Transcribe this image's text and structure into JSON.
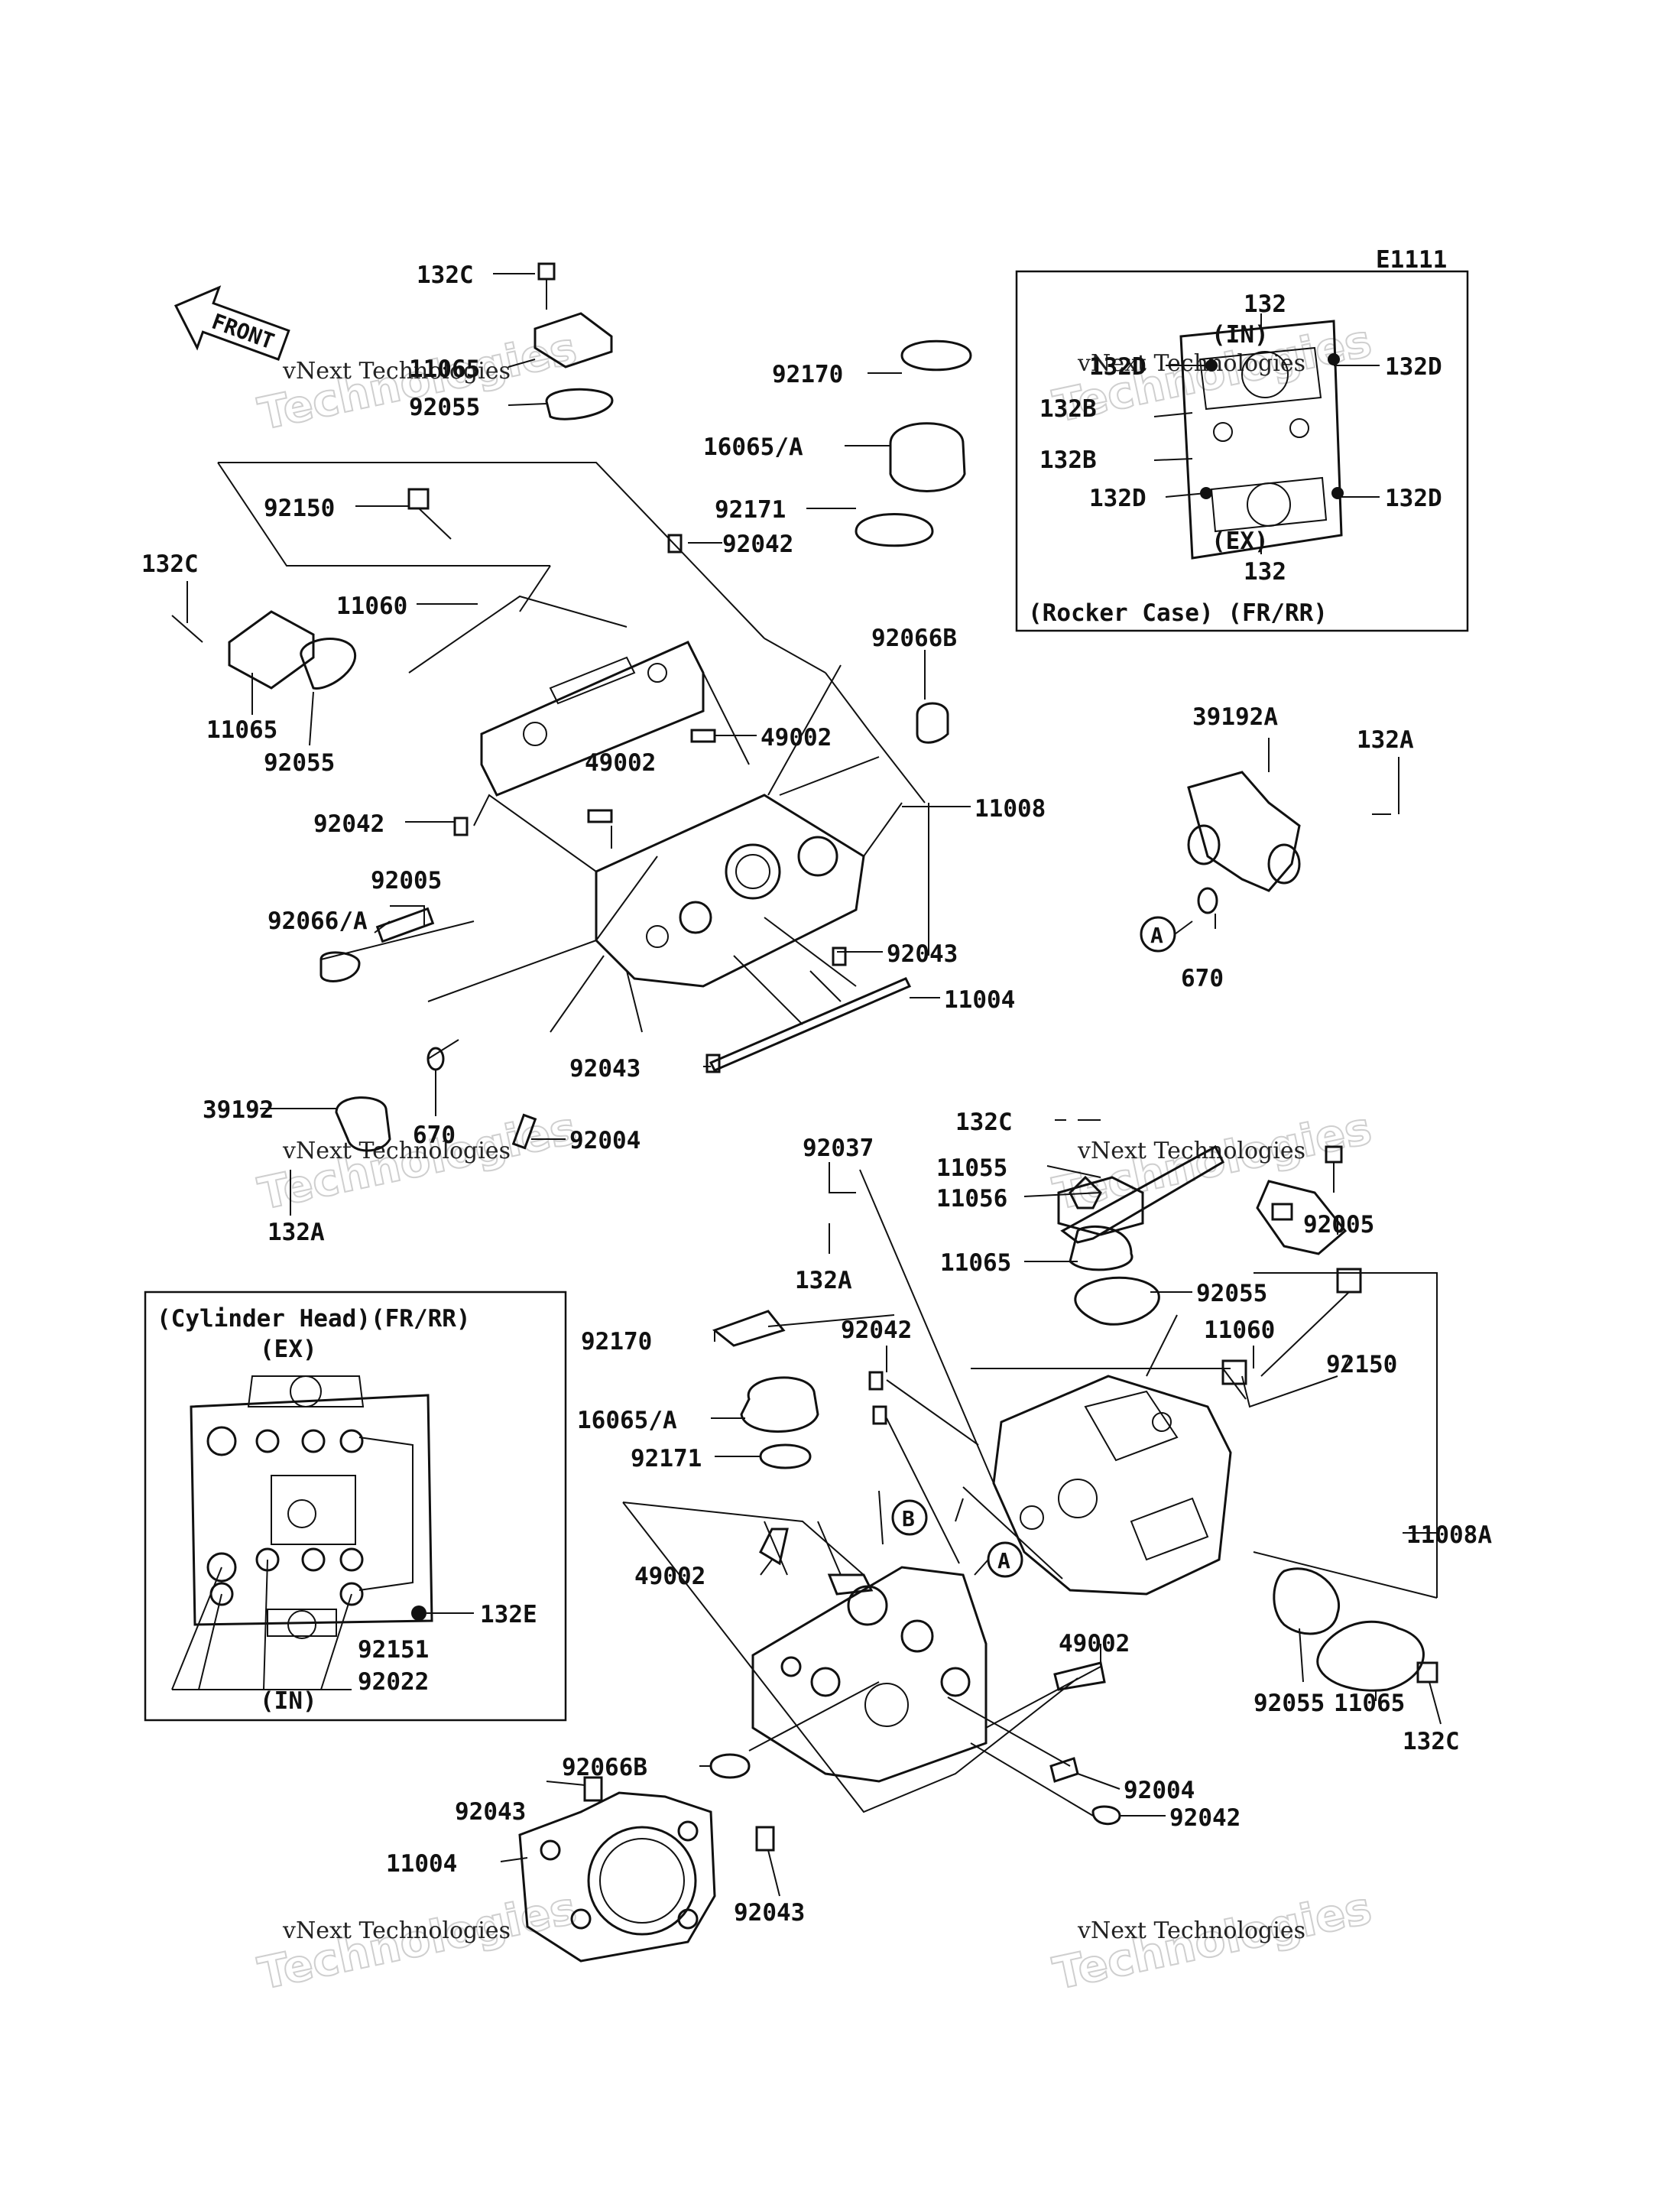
{
  "diagram_code": "E1111",
  "front_arrow_label": "FRONT",
  "watermark": {
    "line1": "vNext Technologies",
    "line2": "Technologies"
  },
  "rocker_inset": {
    "caption": "(Rocker Case) (FR/RR)",
    "in_label": "(IN)",
    "ex_label": "(EX)",
    "labels": [
      "132",
      "132D",
      "132D",
      "132B",
      "132B",
      "132D",
      "132D",
      "132"
    ]
  },
  "cylinder_inset": {
    "caption": "(Cylinder Head)(FR/RR)",
    "ex_label": "(EX)",
    "in_label": "(IN)",
    "labels": [
      "132E",
      "92151",
      "92022"
    ]
  },
  "callouts": {
    "A": "A",
    "B": "B"
  },
  "parts": [
    "132C",
    "11065",
    "92055",
    "92150",
    "11060",
    "132C",
    "11065",
    "92055",
    "92042",
    "92005",
    "92066/A",
    "39192",
    "670",
    "132A",
    "92004",
    "92043",
    "49002",
    "92170",
    "16065/A",
    "92171",
    "92042",
    "92066B",
    "49002",
    "11008",
    "92043",
    "11004",
    "39192A",
    "132A",
    "670",
    "132C",
    "92037",
    "11055",
    "11056",
    "132A",
    "11065",
    "92005",
    "92055",
    "92170",
    "92042",
    "16065/A",
    "92171",
    "11060",
    "92150",
    "11008A",
    "49002",
    "49002",
    "92055",
    "11065",
    "132C",
    "92066B",
    "92043",
    "11004",
    "92043",
    "92004",
    "92042"
  ]
}
